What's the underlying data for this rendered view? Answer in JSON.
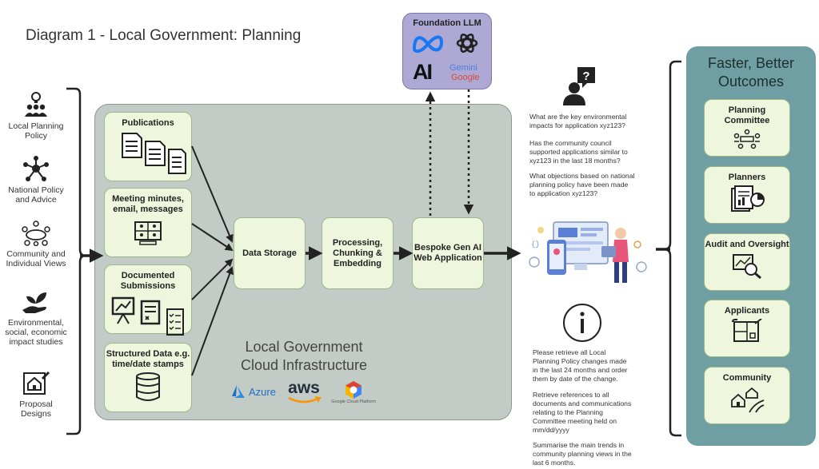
{
  "title": "Diagram 1 -  Local Government: Planning",
  "sources": [
    {
      "label": "Local Planning Policy",
      "icon": "lightbulb-people-icon"
    },
    {
      "label": "National Policy and Advice",
      "icon": "network-people-icon"
    },
    {
      "label": "Community and Individual Views",
      "icon": "group-table-icon"
    },
    {
      "label": "Environmental, social, economic impact studies",
      "icon": "hand-plant-icon"
    },
    {
      "label": "Proposal Designs",
      "icon": "house-design-icon"
    }
  ],
  "data_sources": [
    {
      "label": "Publications",
      "icon": "documents-icon"
    },
    {
      "label": "Meeting minutes, email, messages",
      "icon": "video-meeting-icon"
    },
    {
      "label": "Documented Submissions",
      "icon": "presentation-forms-icon"
    },
    {
      "label": "Structured Data e.g. time/date stamps",
      "icon": "database-icon"
    }
  ],
  "pipeline": {
    "storage": "Data Storage",
    "processing": "Processing, Chunking & Embedding",
    "app": "Bespoke Gen AI Web Application"
  },
  "cloud": {
    "label": "Local Government Cloud Infrastructure",
    "providers": {
      "azure": "Azure",
      "aws": "aws",
      "gcp": "Google Cloud Platform"
    }
  },
  "llm": {
    "title": "Foundation LLM",
    "logos": {
      "anthropic": "AI",
      "gemini": "Gemini",
      "google": "Google"
    }
  },
  "questions": [
    "What are the key environmental impacts for application xyz123?",
    "Has the community council supported applications similar to xyz123 in the last 18 months?",
    "What objections based on national planning policy have been made to application xyz123?"
  ],
  "instructions": [
    "Please retrieve all Local Planning Policy changes made in the last 24 months and order them by date of the change.",
    "Retrieve references to all documents and communications relating to the Planning Committee meeting held on mm/dd/yyyy",
    "Summarise the main trends in community planning views in the last 6 months."
  ],
  "outcomes": {
    "title": "Faster, Better Outcomes",
    "items": [
      {
        "label": "Planning Committee",
        "icon": "committee-icon"
      },
      {
        "label": "Planners",
        "icon": "reports-chart-icon"
      },
      {
        "label": "Audit and Oversight",
        "icon": "magnifier-chart-icon"
      },
      {
        "label": "Applicants",
        "icon": "blueprint-icon"
      },
      {
        "label": "Community",
        "icon": "houses-road-icon"
      }
    ]
  },
  "colors": {
    "cloud_bg": "#c3cbc6",
    "box_bg": "#eef7dd",
    "llm_bg": "#aea9d4",
    "outcomes_bg": "#6f9fa2"
  }
}
